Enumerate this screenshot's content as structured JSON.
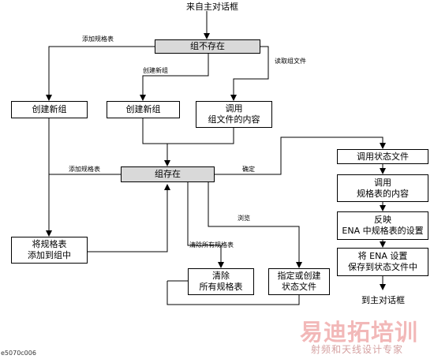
{
  "diagram": {
    "title_top": "来自主对话框",
    "title_bottom": "到主对话框",
    "nodes": {
      "group_not_exist": "组不存在",
      "create_group_left": "创建新组",
      "create_group_mid": "创建新组",
      "recall_group_l1": "调用",
      "recall_group_l2": "组文件的内容",
      "group_exist": "组存在",
      "add_spec_l1": "将规格表",
      "add_spec_l2": "添加到组中",
      "clear_l1": "清除",
      "clear_l2": "所有规格表",
      "specify_l1": "指定或创建",
      "specify_l2": "状态文件",
      "recall_state": "调用状态文件",
      "recall_spec_l1": "调用",
      "recall_spec_l2": "规格表的内容",
      "reflect_l1": "反映",
      "reflect_l2": "ENA 中规格表的设置",
      "save_l1": "将 ENA 设置",
      "save_l2": "保存到状态文件中"
    },
    "edge_labels": {
      "add_spec_top": "添加规格表",
      "create_group": "创建新组",
      "read_group_file": "读取组文件",
      "add_spec_mid": "添加规格表",
      "ok": "确定",
      "browse": "浏览",
      "clear_all": "清除所有规格表"
    },
    "figure_code": "e5070c006"
  },
  "watermark": {
    "big": "易迪拓培训",
    "small": "射频和天线设计专家"
  }
}
